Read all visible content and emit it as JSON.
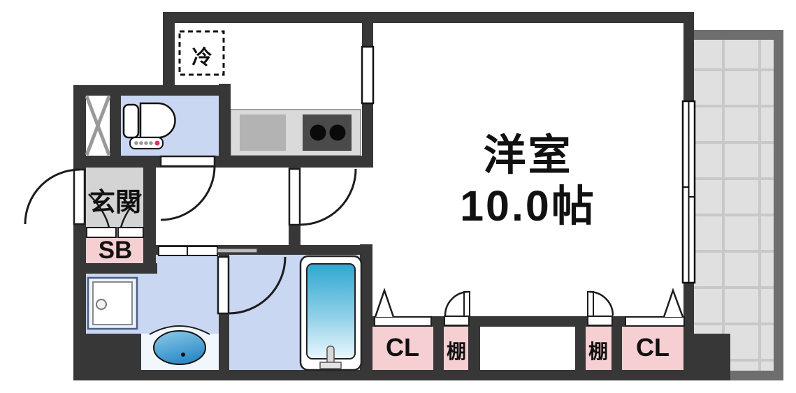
{
  "floorplan": {
    "main_room": {
      "name": "洋室",
      "size": "10.0帖"
    },
    "entrance": {
      "label": "玄関"
    },
    "shoe_box": {
      "label": "SB"
    },
    "closet_left": {
      "label": "CL"
    },
    "closet_right": {
      "label": "CL"
    },
    "shelf_left": {
      "label": "棚"
    },
    "shelf_right": {
      "label": "棚"
    },
    "refrigerator_space": {
      "label": "冷"
    },
    "fixtures": {
      "toilet": "toilet-icon",
      "bathtub": "bathtub-icon",
      "washbasin": "washbasin-icon",
      "washing_machine_pan": "washing-machine-pan-icon",
      "kitchen_sink": "kitchen-sink-icon",
      "stove": "stove-two-burner-icon",
      "pipe_space": "x-cross-icon"
    },
    "colors": {
      "wall": "#373737",
      "room_blue": "#c9d7f2",
      "accent_pink": "#f6cfd2",
      "entrance_gray": "#d4d4d4",
      "counter_gray": "#dadada",
      "balcony_frame": "#6e6e6e",
      "balcony_tile": "#e0e0e0",
      "tub_blue": "#2fa7d1"
    }
  }
}
